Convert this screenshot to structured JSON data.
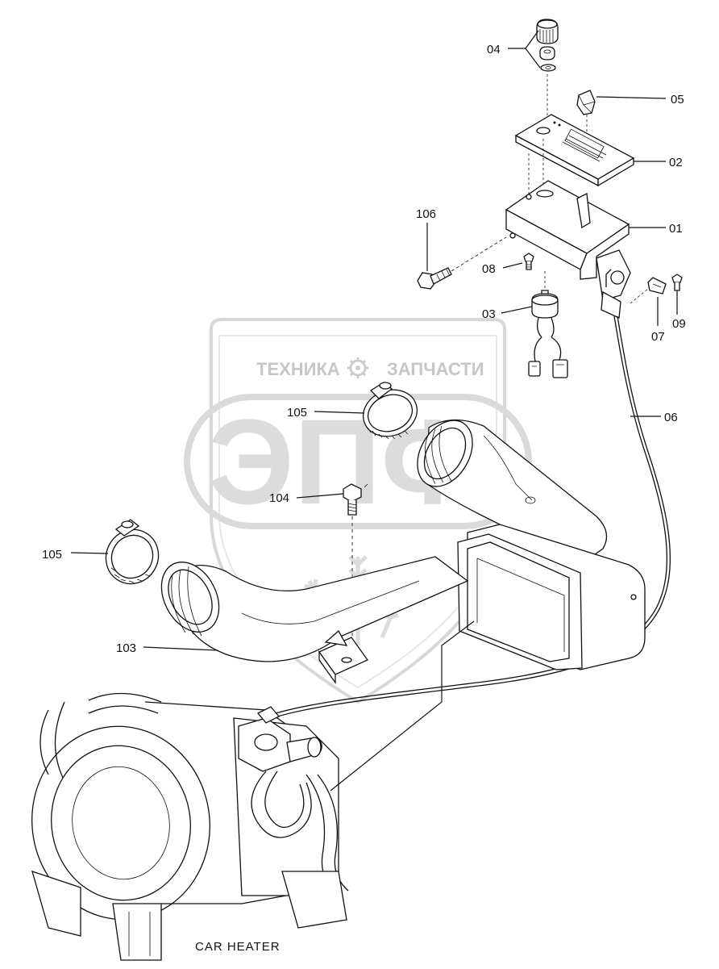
{
  "watermark": {
    "left_text": "ТЕХНИКА",
    "right_text": "ЗАПЧАСТИ",
    "logo_text": "ЭПФ",
    "color": "#cfcfcf"
  },
  "caption": "CAR HEATER",
  "callouts": [
    {
      "id": "04",
      "label": "04"
    },
    {
      "id": "05",
      "label": "05"
    },
    {
      "id": "02",
      "label": "02"
    },
    {
      "id": "01",
      "label": "01"
    },
    {
      "id": "106",
      "label": "106"
    },
    {
      "id": "08",
      "label": "08"
    },
    {
      "id": "03",
      "label": "03"
    },
    {
      "id": "07",
      "label": "07"
    },
    {
      "id": "09",
      "label": "09"
    },
    {
      "id": "06",
      "label": "06"
    },
    {
      "id": "105a",
      "label": "105"
    },
    {
      "id": "104",
      "label": "104"
    },
    {
      "id": "105b",
      "label": "105"
    },
    {
      "id": "103",
      "label": "103"
    }
  ]
}
